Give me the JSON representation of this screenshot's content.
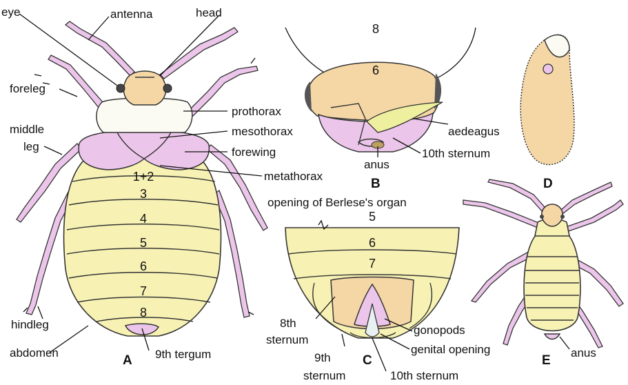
{
  "panels": {
    "a": "A",
    "b": "B",
    "c": "C",
    "d": "D",
    "e": "E"
  },
  "labels_a": {
    "eye": "eye",
    "antenna": "antenna",
    "head": "head",
    "foreleg": "foreleg",
    "prothorax": "prothorax",
    "middle_leg_1": "middle",
    "middle_leg_2": "leg",
    "mesothorax": "mesothorax",
    "forewing": "forewing",
    "metathorax": "metathorax",
    "hindleg": "hindleg",
    "abdomen": "abdomen",
    "ninth_tergum": "9th tergum"
  },
  "segments_a": [
    "1+2",
    "3",
    "4",
    "5",
    "6",
    "7",
    "8"
  ],
  "labels_b": {
    "seg8": "8",
    "seg6": "6",
    "aedeagus": "aedeagus",
    "anus": "anus",
    "tenth_sternum": "10th sternum"
  },
  "labels_c": {
    "berlese": "opening of Berlese's organ",
    "seg5": "5",
    "seg6": "6",
    "seg7": "7",
    "eighth_sternum_1": "8th",
    "eighth_sternum_2": "sternum",
    "gonopods": "gonopods",
    "genital_opening": "genital opening",
    "ninth_sternum_1": "9th",
    "ninth_sternum_2": "sternum",
    "tenth_sternum": "10th sternum"
  },
  "labels_e": {
    "anus": "anus"
  },
  "colors": {
    "abdomen_yellow": "#f7f2b4",
    "wing_pink": "#ecc6ea",
    "head_peach": "#f5d7a6",
    "prothorax_white": "#fbfbf4"
  }
}
